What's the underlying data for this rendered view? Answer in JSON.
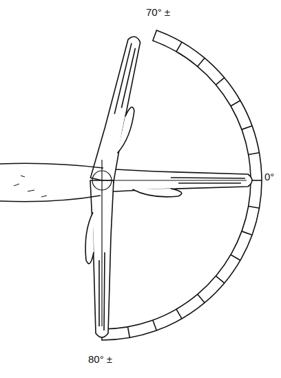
{
  "diagram": {
    "labels": [
      "70° ±",
      "0°",
      "80° ±"
    ]
  }
}
